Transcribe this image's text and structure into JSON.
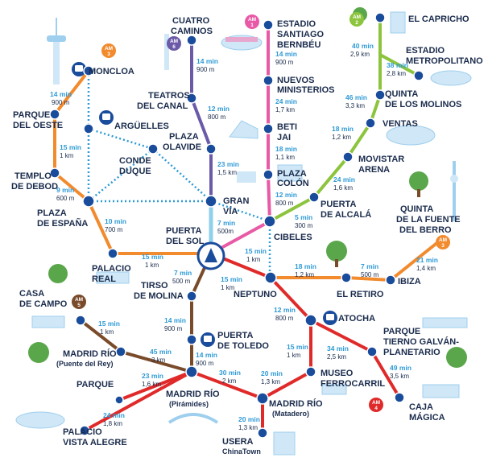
{
  "colors": {
    "orange": "#f28a2e",
    "purple": "#6b5aa8",
    "pink": "#e85aa6",
    "green": "#8cc43d",
    "red": "#e02a2a",
    "brown": "#7a4b2a",
    "dotted": "#2e9ad6",
    "lightblue": "#8fd0ec",
    "node": "#1a4c9c"
  },
  "stations": {
    "moncloa": "MONCLOA",
    "arguelles": "ARGÜELLES",
    "parque_oeste_1": "PARQUE",
    "parque_oeste_2": "DEL OESTE",
    "templo_1": "TEMPLO",
    "templo_2": "DE DEBOD",
    "conde_duque_1": "CONDE",
    "conde_duque_2": "DUQUE",
    "plaza_espana_1": "PLAZA",
    "plaza_espana_2": "DE ESPAÑA",
    "palacio_real_1": "PALACIO",
    "palacio_real_2": "REAL",
    "cuatro_caminos_1": "CUATRO",
    "cuatro_caminos_2": "CAMINOS",
    "teatros_1": "TEATROS",
    "teatros_2": "DEL CANAL",
    "plaza_olavide_1": "PLAZA",
    "plaza_olavide_2": "OLAVIDE",
    "gran_via_1": "GRAN",
    "gran_via_2": "VÍA",
    "puerta_sol_1": "PUERTA",
    "puerta_sol_2": "DEL SOL",
    "estadio_bernabeu_1": "ESTADIO",
    "estadio_bernabeu_2": "SANTIAGO",
    "estadio_bernabeu_3": "BERNBÉU",
    "nuevos_ministerios_1": "NUEVOS",
    "nuevos_ministerios_2": "MINISTERIOS",
    "beti_jai_1": "BETI",
    "beti_jai_2": "JAI",
    "plaza_colon_1": "PLAZA",
    "plaza_colon_2": "COLÓN",
    "cibeles": "CIBELES",
    "el_capricho": "EL CAPRICHO",
    "estadio_metro_1": "ESTADIO",
    "estadio_metro_2": "METROPOLITANO",
    "quinta_molinos_1": "QUINTA",
    "quinta_molinos_2": "DE LOS MOLINOS",
    "ventas": "VENTAS",
    "movistar_1": "MOVISTAR",
    "movistar_2": "ARENA",
    "puerta_alcala_1": "PUERTA",
    "puerta_alcala_2": "DE ALCALÁ",
    "quinta_berro_1": "QUINTA",
    "quinta_berro_2": "DE LA FUENTE",
    "quinta_berro_3": "DEL BERRO",
    "ibiza": "IBIZA",
    "el_retiro": "EL RETIRO",
    "neptuno": "NEPTUNO",
    "atocha": "ATOCHA",
    "tirso_1": "TIRSO",
    "tirso_2": "DE MOLINA",
    "puerta_toledo_1": "PUERTA",
    "puerta_toledo_2": "DE TOLEDO",
    "casa_campo_1": "CASA",
    "casa_campo_2": "DE CAMPO",
    "madrid_rio_rey_1": "MADRID RÍO",
    "madrid_rio_rey_2": "(Puente del Rey)",
    "parque": "PARQUE",
    "madrid_rio_pir_1": "MADRID RÍO",
    "madrid_rio_pir_2": "(Pirámides)",
    "madrid_rio_mat_1": "MADRID RÍO",
    "madrid_rio_mat_2": "(Matadero)",
    "palacio_va_1": "PALACIO",
    "palacio_va_2": "VISTA ALEGRE",
    "usera_1": "USERA",
    "usera_2": "ChinaTown",
    "museo_fc_1": "MUSEO",
    "museo_fc_2": "FERROCARRIL",
    "parque_tierno_1": "PARQUE",
    "parque_tierno_2": "TIERNO GALVÁN-",
    "parque_tierno_3": "PLANETARIO",
    "caja_magica_1": "CAJA",
    "caja_magica_2": "MÁGICA"
  },
  "am": {
    "am1_1": "AM",
    "am1_2": "1",
    "am2_1": "AM",
    "am2_2": "2",
    "am3a_1": "AM",
    "am3a_2": "3",
    "am3b_1": "AM",
    "am3b_2": "3",
    "am4_1": "AM",
    "am4_2": "4",
    "am5_1": "AM",
    "am5_2": "5",
    "am6_1": "AM",
    "am6_2": "6"
  },
  "segments": {
    "moncloa_oeste": {
      "time": "14 min",
      "dist": "900 m"
    },
    "oeste_templo": {
      "time": "15 min",
      "dist": "1 km"
    },
    "templo_espana": {
      "time": "9 min",
      "dist": "600 m"
    },
    "espana_palacio": {
      "time": "10 min",
      "dist": "700 m"
    },
    "palacio_sol": {
      "time": "15 min",
      "dist": "1 km"
    },
    "cuatro_teatros": {
      "time": "14 min",
      "dist": "900 m"
    },
    "teatros_olavide": {
      "time": "12 min",
      "dist": "800 m"
    },
    "olavide_granvia": {
      "time": "23 min",
      "dist": "1,5 km"
    },
    "granvia_sol": {
      "time": "7 min",
      "dist": "500m"
    },
    "bernabeu_nuevos": {
      "time": "14 min",
      "dist": "900 m"
    },
    "nuevos_beti": {
      "time": "24 min",
      "dist": "1,7 km"
    },
    "beti_colon": {
      "time": "18 min",
      "dist": "1,1 km"
    },
    "colon_cibeles": {
      "time": "12 min",
      "dist": "800 m"
    },
    "sol_cibeles": {
      "time": "15 min",
      "dist": "1 km"
    },
    "capricho_metro": {
      "time": "40 min",
      "dist": "2,9 km"
    },
    "metro_quinta": {
      "time": "38 min",
      "dist": "2,8 km"
    },
    "quinta_ventas": {
      "time": "46 min",
      "dist": "3,3 km"
    },
    "ventas_movistar": {
      "time": "18 min",
      "dist": "1,2 km"
    },
    "movistar_alcala": {
      "time": "24 min",
      "dist": "1,6 km"
    },
    "alcala_cibeles": {
      "time": "5 min",
      "dist": "300 m"
    },
    "neptuno_retiro": {
      "time": "18 min",
      "dist": "1,2 km"
    },
    "retiro_ibiza": {
      "time": "7 min",
      "dist": "500 m"
    },
    "ibiza_berro": {
      "time": "21 min",
      "dist": "1,4 km"
    },
    "sol_neptuno": {
      "time": "15 min",
      "dist": "1 km"
    },
    "neptuno_atocha": {
      "time": "12 min",
      "dist": "800 m"
    },
    "sol_tirso": {
      "time": "7 min",
      "dist": "500 m"
    },
    "tirso_toledo": {
      "time": "14 min",
      "dist": "900 m"
    },
    "toledo_pir": {
      "time": "14 min",
      "dist": "900 m"
    },
    "casa_rey": {
      "time": "15 min",
      "dist": "1 km"
    },
    "rey_pir": {
      "time": "45 min",
      "dist": "3 km"
    },
    "parque_pir": {
      "time": "23 min",
      "dist": "1,6 km"
    },
    "va_pir": {
      "time": "24 min",
      "dist": "1,8 km"
    },
    "pir_mat": {
      "time": "30 min",
      "dist": "2 km"
    },
    "mat_museo": {
      "time": "20 min",
      "dist": "1,3 km"
    },
    "mat_usera": {
      "time": "20 min",
      "dist": "1,3 km"
    },
    "atocha_museo": {
      "time": "15 min",
      "dist": "1 km"
    },
    "atocha_tierno": {
      "time": "34 min",
      "dist": "2,5 km"
    },
    "tierno_caja": {
      "time": "49 min",
      "dist": "3,5 km"
    }
  }
}
